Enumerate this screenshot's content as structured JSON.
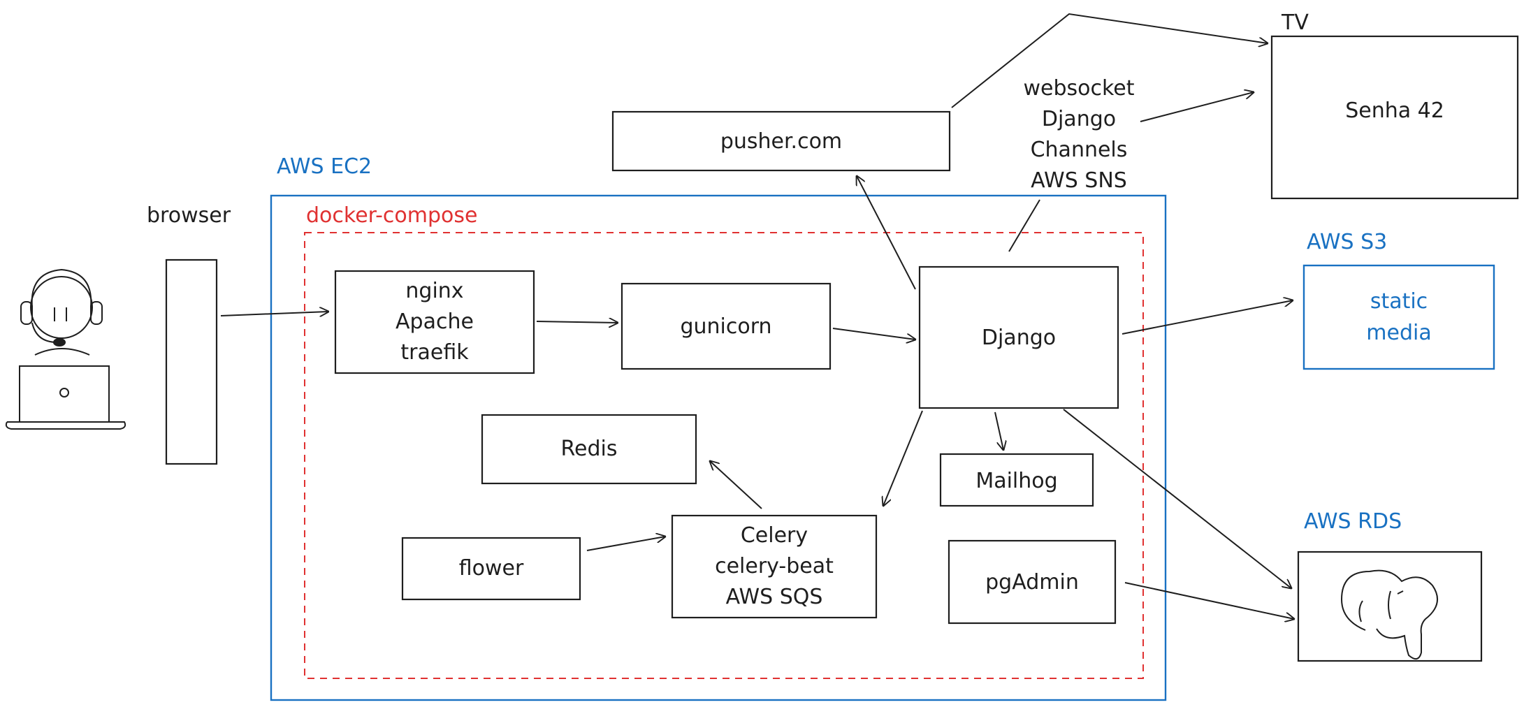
{
  "containers": {
    "ec2_label": "AWS EC2",
    "docker_label": "docker-compose",
    "s3_label": "AWS S3",
    "rds_label": "AWS RDS",
    "tv_label": "TV",
    "browser_label": "browser"
  },
  "nodes": {
    "proxy": [
      "nginx",
      "Apache",
      "traefik"
    ],
    "gunicorn": "gunicorn",
    "django": "Django",
    "redis": "Redis",
    "celery": [
      "Celery",
      "celery-beat",
      "AWS SQS"
    ],
    "flower": "flower",
    "mailhog": "Mailhog",
    "pgadmin": "pgAdmin",
    "pusher": "pusher.com",
    "tv_screen": "Senha 42",
    "static_media": [
      "static",
      "media"
    ]
  },
  "annotations": {
    "realtime": [
      "websocket",
      "Django",
      "Channels",
      "AWS SNS"
    ]
  },
  "colors": {
    "aws": "#1971c2",
    "docker": "#e03131",
    "ink": "#1e1e1e"
  },
  "icons": {
    "user": "person-with-headset-laptop-icon",
    "database": "postgresql-elephant-icon"
  }
}
